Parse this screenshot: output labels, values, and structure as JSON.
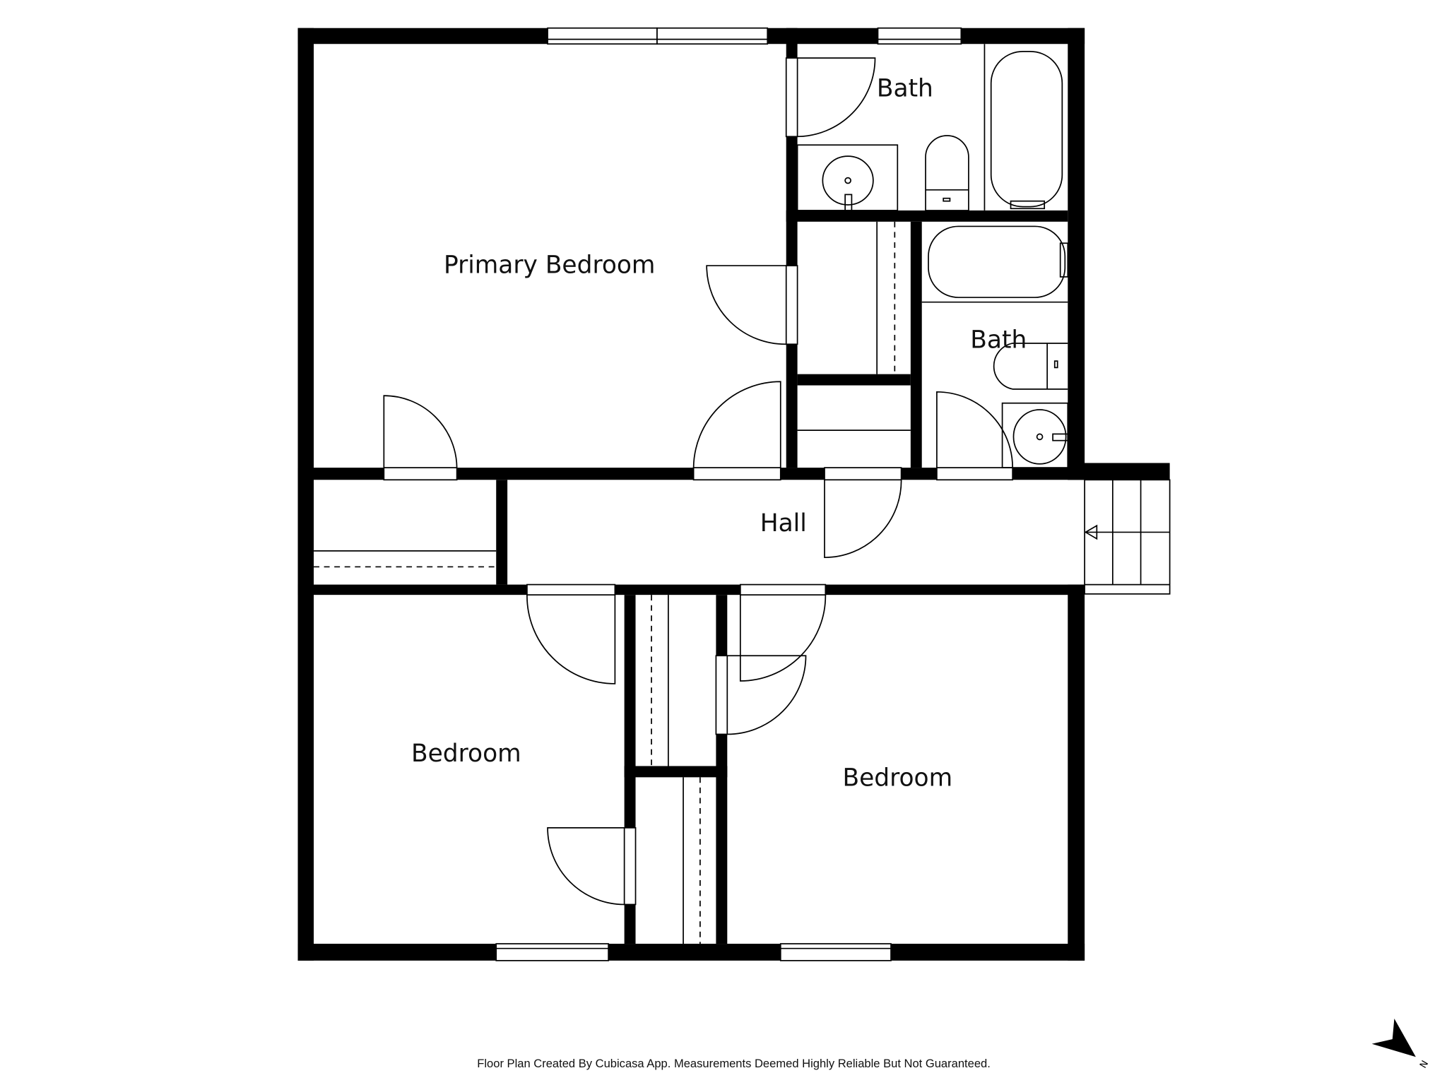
{
  "rooms": {
    "primary_bedroom": "Primary Bedroom",
    "bath_upper": "Bath",
    "bath_lower": "Bath",
    "hall": "Hall",
    "bedroom_left": "Bedroom",
    "bedroom_right": "Bedroom"
  },
  "footer": "Floor Plan Created By Cubicasa App. Measurements Deemed Highly Reliable But Not Guaranteed.",
  "compass": {
    "label": "N",
    "icon": "north-arrow-icon"
  },
  "colors": {
    "wall": "#000000",
    "background": "#ffffff"
  }
}
